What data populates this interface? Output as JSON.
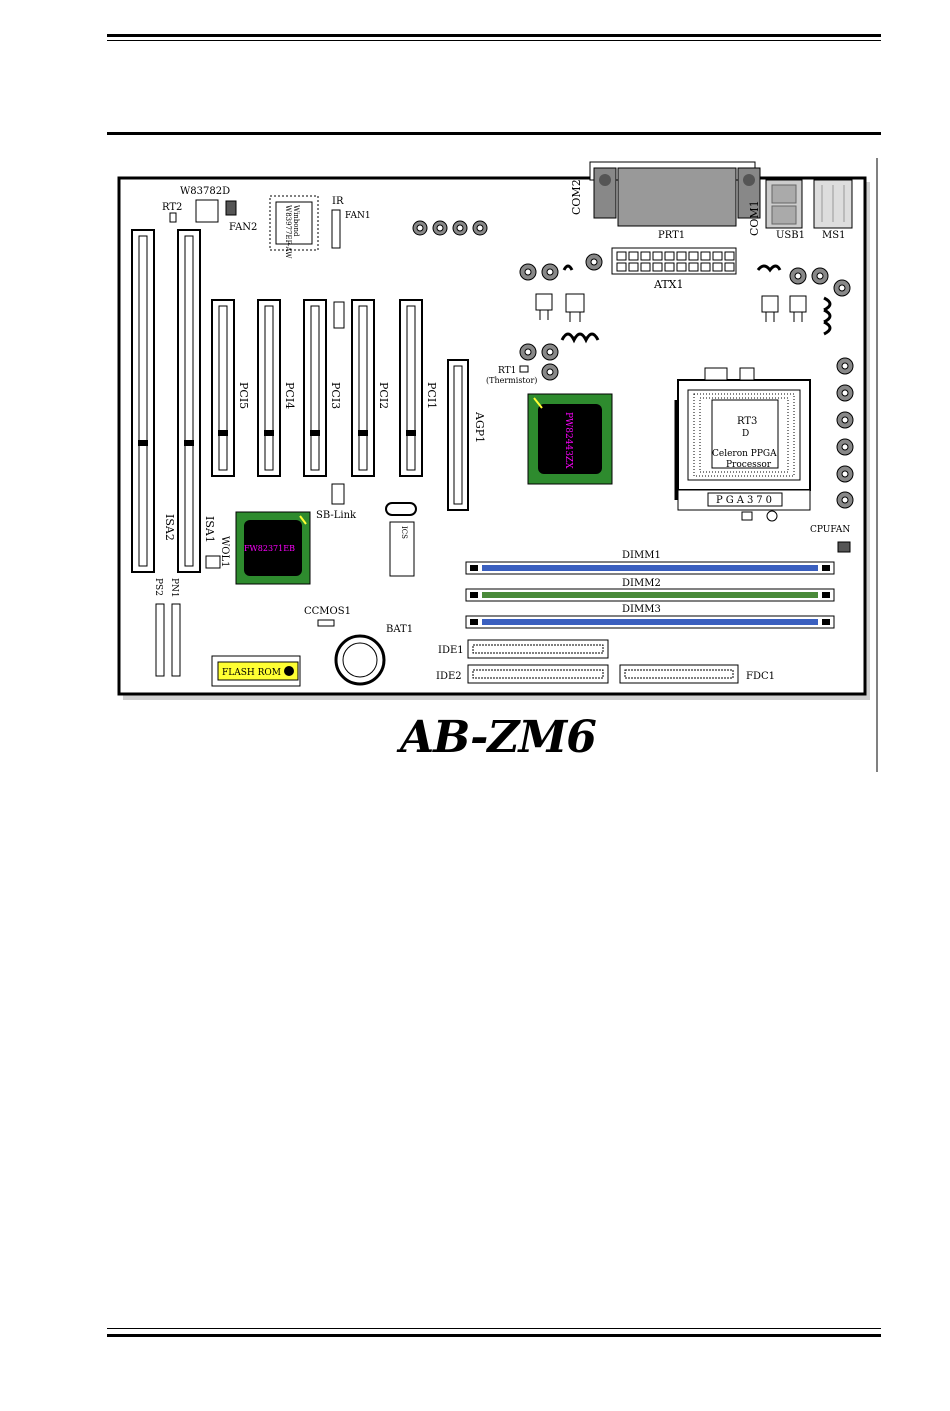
{
  "caption": "AB-ZM6",
  "labels": {
    "rt2": "RT2",
    "w83782d": "W83782D",
    "fan2": "FAN2",
    "ir": "IR",
    "fan1": "FAN1",
    "com2": "COM2",
    "prt1": "PRT1",
    "com1": "COM1",
    "usb1": "USB1",
    "ms1": "MS1",
    "atx1": "ATX1",
    "isa2": "ISA2",
    "isa1": "ISA1",
    "pci5": "PCI5",
    "pci4": "PCI4",
    "pci3": "PCI3",
    "pci2": "PCI2",
    "pci1": "PCI1",
    "agp1": "AGP1",
    "rt1": "RT1",
    "rt1_sub": "(Thermistor)",
    "rt3": "RT3",
    "rt3_sub": "D",
    "socket_text1": "Celeron PPGA",
    "socket_text2": "Processor",
    "pga370": "PGA370",
    "cpufan": "CPUFAN",
    "sb_link": "SB-Link",
    "wol1": "WOL1",
    "ps2": "PS2",
    "pn1": "PN1",
    "ccmos1": "CCMOS1",
    "bat1": "BAT1",
    "flash": "FLASH ROM",
    "dimm1": "DIMM1",
    "dimm2": "DIMM2",
    "dimm3": "DIMM3",
    "ide1": "IDE1",
    "ide2": "IDE2",
    "fdc1": "FDC1"
  },
  "colors": {
    "chip_green": "#2e8b2e",
    "chip_label": "#ff00ff",
    "dimm_blue": "#3a5fbf",
    "dimm_green": "#4a8a3a",
    "flash_yellow": "#ffff33"
  }
}
